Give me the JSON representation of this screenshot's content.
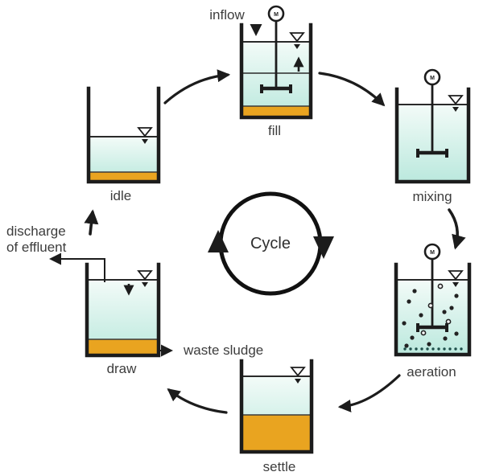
{
  "diagram": {
    "cycle_label": "Cycle",
    "motor_label": "M",
    "stages": {
      "fill": {
        "label": "fill"
      },
      "mixing": {
        "label": "mixing"
      },
      "aeration": {
        "label": "aeration"
      },
      "settle": {
        "label": "settle"
      },
      "draw": {
        "label": "draw"
      },
      "idle": {
        "label": "idle"
      }
    },
    "annotations": {
      "inflow": "inflow",
      "discharge_line1": "discharge",
      "discharge_line2": "of effluent",
      "waste_sludge": "waste sludge"
    },
    "colors": {
      "water_top": "#f3fbf8",
      "water_bottom": "#bce9de",
      "sludge": "#e9a420",
      "outline": "#1c1c1c",
      "text": "#3d3d3d",
      "background": "#ffffff"
    }
  }
}
